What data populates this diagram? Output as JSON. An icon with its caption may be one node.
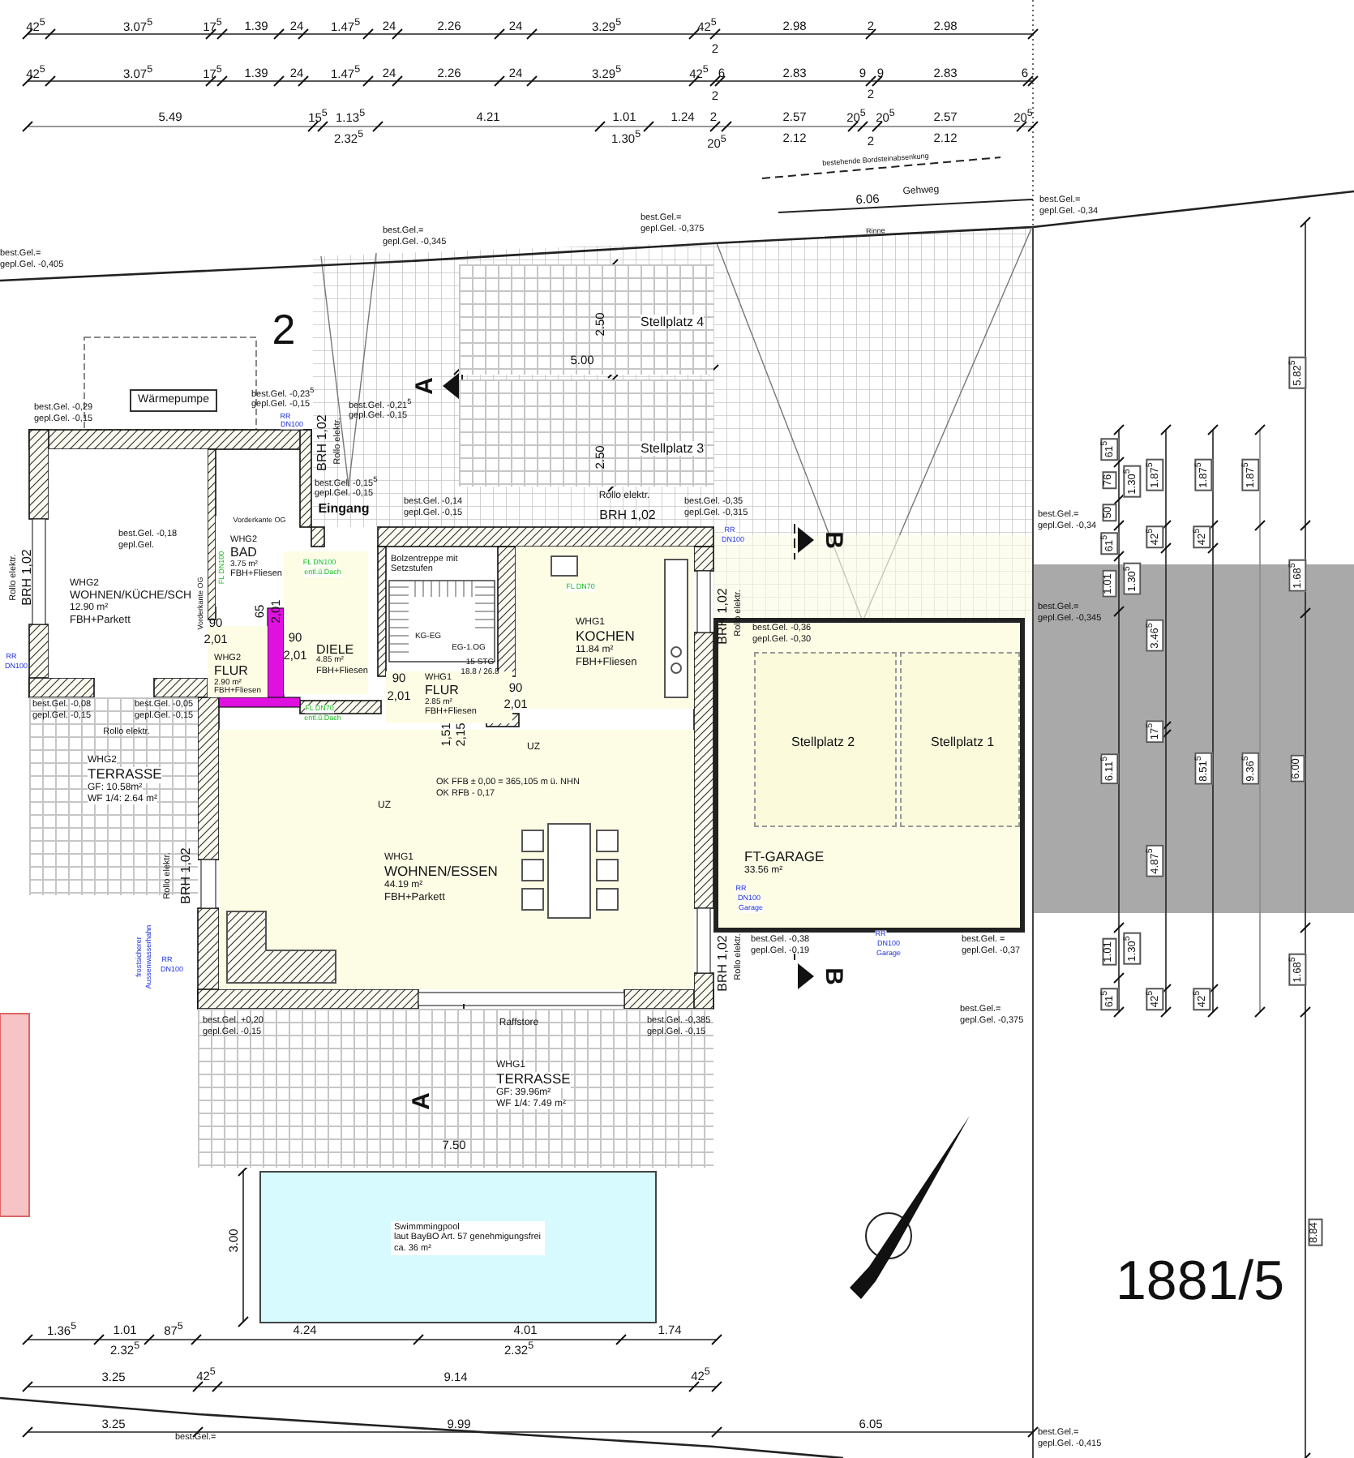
{
  "diagram": {
    "nodes": [
      {
        "text": [
          "Wärmepumpe"
        ]
      },
      {
        "text": [
          "WHG2",
          "WOHNEN/KÜCHE/SCH",
          "12.90 m²",
          "FBH+Parkett"
        ]
      },
      {
        "text": [
          "WHG2",
          "BAD",
          "3.75 m²",
          "FBH+Fliesen"
        ]
      },
      {
        "text": [
          "WHG2",
          "FLUR",
          "2.90 m²",
          "FBH+Fliesen"
        ]
      },
      {
        "text": [
          "DIELE",
          "4.85 m²",
          "FBH+Fliesen"
        ]
      },
      {
        "text": [
          "WHG1",
          "FLUR",
          "2.85 m²",
          "FBH+Fliesen"
        ]
      },
      {
        "text": [
          "WHG1",
          "KOCHEN",
          "11.84 m²",
          "FBH+Fliesen"
        ]
      },
      {
        "text": [
          "WHG1",
          "WOHNEN/ESSEN",
          "44.19 m²",
          "FBH+Parkett"
        ]
      },
      {
        "text": [
          "WHG2",
          "TERRASSE",
          "GF: 10.58m²",
          "WF 1/4: 2.64 m²"
        ]
      },
      {
        "text": [
          "WHG1",
          "TERRASSE",
          "GF: 39.96m²",
          "WF 1/4: 7.49 m²"
        ]
      },
      {
        "text": [
          "Stellplatz 4"
        ]
      },
      {
        "text": [
          "Stellplatz 3"
        ]
      },
      {
        "text": [
          "FT-GARAGE",
          "33.56 m²"
        ]
      },
      {
        "text": [
          "Stellplatz 2"
        ],
        "in": 12
      },
      {
        "text": [
          "Stellplatz 1"
        ],
        "in": 12
      },
      {
        "text": [
          "Swimmmingpool",
          "laut BayBO Art. 57 genehmigungsfrei",
          "ca. 36 m²"
        ]
      }
    ],
    "labels": [
      "42$^{5}$",
      "3.07$^{5}$",
      "17$^{5}$",
      "1.39",
      "24",
      "1.47$^{5}$",
      "24",
      "2.26",
      "24",
      "3.29$^{5}$",
      "42$^{5}$",
      "2.98",
      "2",
      "2.98",
      "2",
      "42$^{5}$",
      "3.07$^{5}$",
      "17$^{5}$",
      "1.39",
      "24",
      "1.47$^{5}$",
      "24",
      "2.26",
      "24",
      "3.29$^{5}$",
      "42$^{5}$",
      "6",
      "2.83",
      "9",
      "9",
      "2.83",
      "6",
      "2",
      "2",
      "5.49",
      "15$^{5}$",
      "1.13$^{5}$",
      "4.21",
      "1.01",
      "1.24",
      "2",
      "2.57",
      "20$^{5}$",
      "20$^{5}$",
      "2.57",
      "20$^{5}$",
      "2.32$^{5}$",
      "1.30$^{5}$",
      "20$^{5}$",
      "2.12",
      "2",
      "2.12",
      "bestehende Bordsteinabsenkung",
      "6.06",
      "Gehweg",
      "Rinne",
      "best.Gel.=",
      "gepl.Gel. -0,34",
      "best.Gel.=",
      "gepl.Gel. -0,405",
      "best.Gel.=",
      "gepl.Gel. -0,345",
      "best.Gel.=",
      "gepl.Gel. -0,375",
      "best.Gel. -0,29",
      "gepl.Gel. -0,15",
      "best.Gel. -0,23$^{5}$",
      "gepl.Gel. -0,15",
      "best.Gel. -0,21$^{5}$",
      "gepl.Gel. -0,15",
      "best.Gel. -0,15$^{5}$",
      "gepl.Gel. -0,15",
      "best.Gel. -0,14",
      "gepl.Gel. -0,15",
      "best.Gel. -0,35",
      "gepl.Gel. -0,315",
      "best.Gel.=",
      "gepl.Gel. -0,34",
      "best.Gel. -0,18",
      "gepl.Gel.",
      "best.Gel. -0,36",
      "gepl.Gel. -0,30",
      "best.Gel.=",
      "gepl.Gel. -0,345",
      "best.Gel. -0,08",
      "gepl.Gel. -0,15",
      "best.Gel. -0,05",
      "gepl.Gel. -0,15",
      "best.Gel. +0,20",
      "gepl.Gel. -0,15",
      "best.Gel. -0,385",
      "gepl.Gel. -0,15",
      "best.Gel. -0,38",
      "gepl.Gel. -0,19",
      "best.Gel. =",
      "gepl.Gel. -0,37",
      "best.Gel.=",
      "gepl.Gel. -0,375",
      "best.Gel.=",
      "gepl.Gel. -0,415",
      "best.Gel.=",
      "Rollo elektr.",
      "BRH 1,02",
      "BRH 1,02",
      "Rollo elektr.",
      "Rollo elektr.",
      "BRH 1,02",
      "Rollo elektr.",
      "Rollo elektr.",
      "BRH 1,02",
      "BRH 1,02",
      "Rollo elektr.",
      "BRH 1,02",
      "Rollo elektr.",
      "Raffstore",
      "Eingang",
      "Bolzentreppe mit Setzstufen",
      "KG-EG",
      "EG-1.OG",
      "15 STG",
      "18.8 / 26.8",
      "90",
      "2,01",
      "90",
      "2,01",
      "90",
      "2,01",
      "90",
      "2,01",
      "65",
      "2,01",
      "1,51",
      "2,15",
      "UZ",
      "UZ",
      "OK FFB ± 0,00 = 365,105 m ü. NHN",
      "OK RFB - 0,17",
      "Vorderkante OG",
      "Vorderkante OG",
      "FL DN100",
      "FL DN100",
      "entl.ü.Dach",
      "FL DN70",
      "entl.ü.Dach",
      "FL DN70",
      "RR",
      "DN100",
      "RR",
      "DN100",
      "RR",
      "DN100",
      "RR",
      "DN100",
      "RR",
      "DN100",
      "Garage",
      "RR",
      "DN100",
      "Garage",
      "frostsicherer",
      "Aussenwasserhahn",
      "2",
      "A",
      "B",
      "B",
      "A",
      "2.50",
      "5.00",
      "2.50",
      "5.82$^{5}$",
      "61$^{5}$",
      "76",
      "50",
      "61$^{5}$",
      "1.30$^{5}$",
      "1.87$^{5}$",
      "1.87$^{5}$",
      "1.87$^{5}$",
      "42$^{5}$",
      "42$^{5}$",
      "1.01",
      "1.30$^{5}$",
      "1.68$^{5}$",
      "3.46$^{5}$",
      "17$^{5}$",
      "6.11$^{5}$",
      "8.51$^{5}$",
      "9.36$^{5}$",
      "6.00",
      "4.87$^{5}$",
      "1.01",
      "1.30$^{5}$",
      "61$^{5}$",
      "42$^{5}$",
      "42$^{5}$",
      "1.68$^{5}$",
      "8.84",
      "1881/5",
      "7.50",
      "3.00",
      "1.36$^{5}$",
      "1.01",
      "87$^{5}$",
      "4.24",
      "4.01",
      "1.74",
      "2.32$^{5}$",
      "2.32$^{5}$",
      "3.25",
      "42$^{5}$",
      "9.14",
      "42$^{5}$",
      "3.25",
      "9.99",
      "6.05"
    ]
  }
}
